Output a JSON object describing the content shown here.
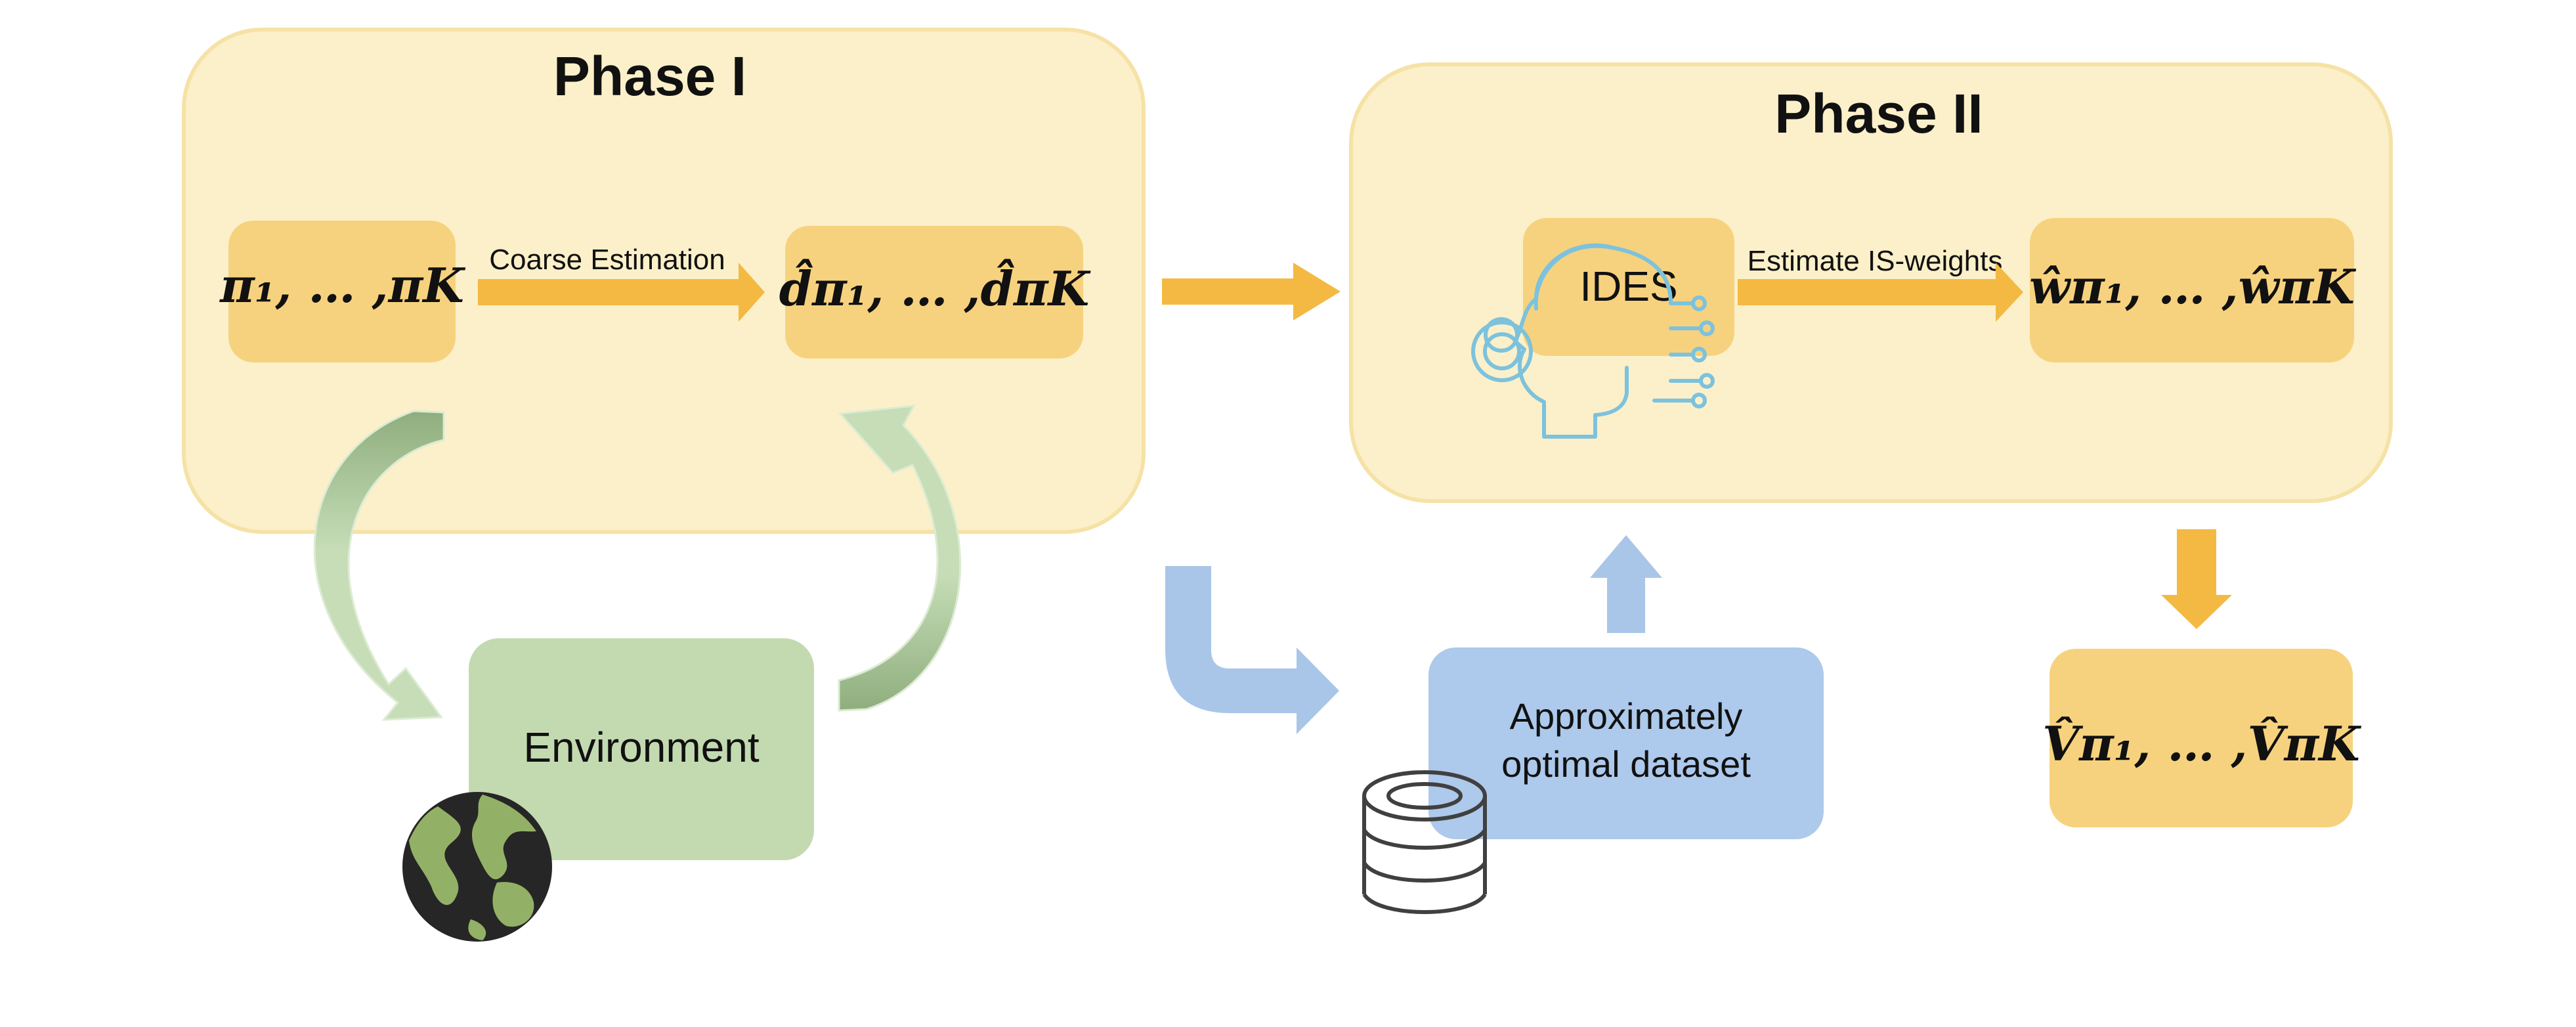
{
  "phase1": {
    "title": "Phase I",
    "policies": "π₁, … ,πK",
    "arrow_label": "Coarse Estimation",
    "estimates": "d̂π₁, … ,d̂πK"
  },
  "phase2": {
    "title": "Phase II",
    "ides": "IDES",
    "arrow_label": "Estimate IS-weights",
    "weights": "ŵπ₁, … ,ŵπK"
  },
  "environment": {
    "label": "Environment"
  },
  "dataset": {
    "line1": "Approximately",
    "line2": "optimal dataset"
  },
  "values": {
    "label": "V̂π₁, … ,V̂πK"
  },
  "colors": {
    "phase_panel": "#FBF0C9",
    "phase_panel_border": "#F6E2A6",
    "orange_box": "#F7D27E",
    "orange_arrow": "#F4B943",
    "green_box": "#C3DAB1",
    "green_arrow": "#BFD8B0",
    "blue_box": "#ADC9EB",
    "blue_arrow": "#A9C6E9",
    "brain_icon": "#7DC2DD",
    "globe_land": "#93B166",
    "globe_ocean": "#262626",
    "database_icon": "#404040"
  },
  "icons": [
    "brain-gear-icon",
    "globe-icon",
    "database-icon"
  ]
}
